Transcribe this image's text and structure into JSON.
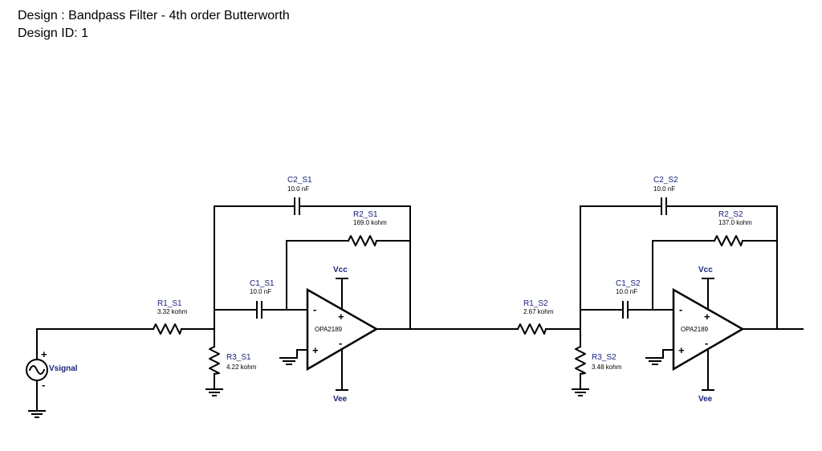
{
  "header": {
    "design": "Design : Bandpass Filter - 4th order Butterworth",
    "design_id": "Design ID: 1"
  },
  "source": {
    "name": "Vsignal",
    "plus": "+",
    "minus": "-"
  },
  "stage1": {
    "r1": {
      "name": "R1_S1",
      "value": "3.32 kohm"
    },
    "r2": {
      "name": "R2_S1",
      "value": "169.0 kohm"
    },
    "r3": {
      "name": "R3_S1",
      "value": "4.22 kohm"
    },
    "c1": {
      "name": "C1_S1",
      "value": "10.0 nF"
    },
    "c2": {
      "name": "C2_S1",
      "value": "10.0 nF"
    },
    "opamp": {
      "part": "OPA2189",
      "vcc": "Vcc",
      "vee": "Vee",
      "inv": "-",
      "noninv": "+",
      "pos": "+",
      "neg": "-"
    }
  },
  "stage2": {
    "r1": {
      "name": "R1_S2",
      "value": "2.67 kohm"
    },
    "r2": {
      "name": "R2_S2",
      "value": "137.0 kohm"
    },
    "r3": {
      "name": "R3_S2",
      "value": "3.48 kohm"
    },
    "c1": {
      "name": "C1_S2",
      "value": "10.0 nF"
    },
    "c2": {
      "name": "C2_S2",
      "value": "10.0 nF"
    },
    "opamp": {
      "part": "OPA2189",
      "vcc": "Vcc",
      "vee": "Vee",
      "inv": "-",
      "noninv": "+",
      "pos": "+",
      "neg": "-"
    }
  }
}
